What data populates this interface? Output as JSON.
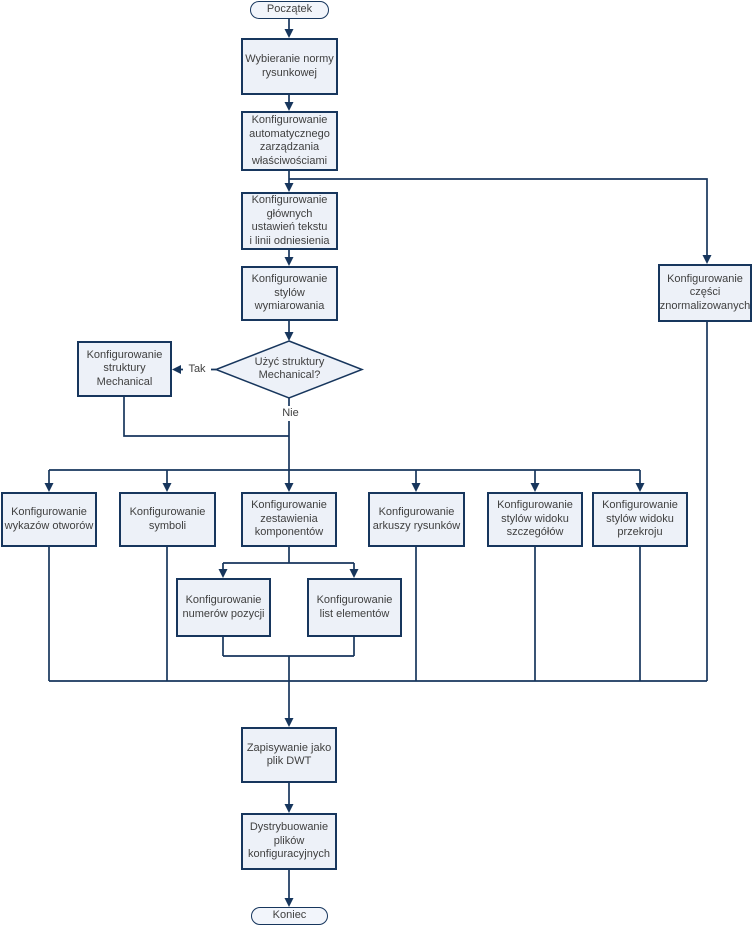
{
  "colors": {
    "line": "#17365d",
    "node_fill": "#edf1f8",
    "terminal_fill": "#f2f5fb",
    "text": "#404040"
  },
  "flowchart": {
    "start_label": "Początek",
    "end_label": "Koniec",
    "steps": {
      "select_standard": "Wybieranie normy\nrysunkowej",
      "auto_properties": "Konfigurowanie\nautomatycznego\nzarządzania\nwłaściwościami",
      "text_leader": "Konfigurowanie\ngłównych\nustawień tekstu\ni linii odniesienia",
      "dimension_styles": "Konfigurowanie\nstylów\nwymiarowania",
      "mechanical_structure": "Konfigurowanie\nstruktury\nMechanical",
      "standard_parts": "Konfigurowanie\nczęści\nznormalizowanych",
      "save_dwt": "Zapisywanie jako\nplik DWT",
      "distribute_files": "Dystrybuowanie\nplików\nkonfiguracyjnych"
    },
    "decision": {
      "label": "Użyć struktury\nMechanical?",
      "yes_label": "Tak",
      "no_label": "Nie"
    },
    "parallel_steps": [
      "Konfigurowanie\nwykazów otworów",
      "Konfigurowanie\nsymboli",
      "Konfigurowanie\nzestawienia\nkomponentów",
      "Konfigurowanie\narkuszy rysunków",
      "Konfigurowanie\nstylów widoku\nszczegółów",
      "Konfigurowanie\nstylów widoku\nprzekroju"
    ],
    "sub_steps": [
      "Konfigurowanie\nnumerów pozycji",
      "Konfigurowanie\nlist elementów"
    ]
  }
}
